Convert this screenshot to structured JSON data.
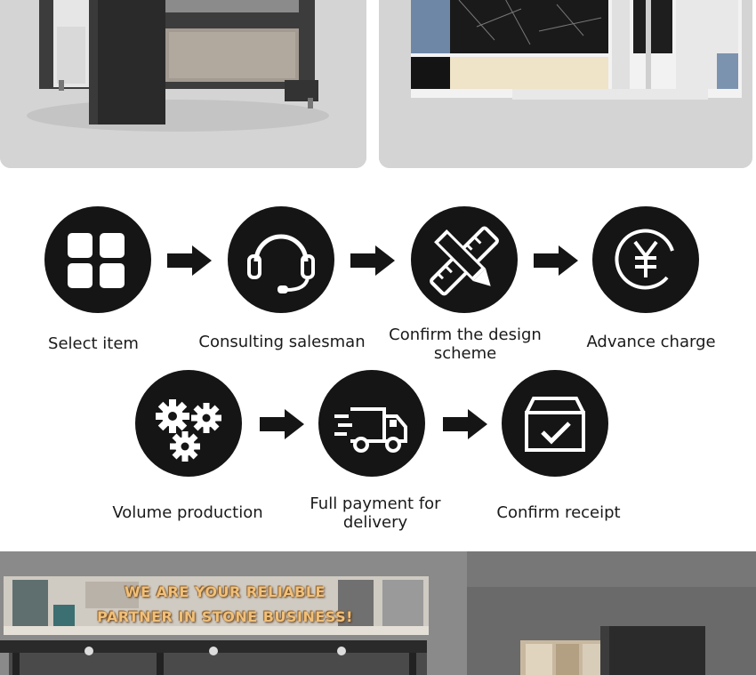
{
  "process": {
    "row1": [
      {
        "label": "Select item",
        "icon": "grid-icon"
      },
      {
        "label": "Consulting salesman",
        "icon": "headset-icon"
      },
      {
        "label": "Confirm the design\nscheme",
        "icon": "pencil-ruler-icon"
      },
      {
        "label": "Advance charge",
        "icon": "yen-icon"
      }
    ],
    "row2": [
      {
        "label": "Volume production",
        "icon": "gears-icon"
      },
      {
        "label": "Full payment for\ndelivery",
        "icon": "delivery-truck-icon"
      },
      {
        "label": "Confirm receipt",
        "icon": "box-check-icon"
      }
    ],
    "arrow_icon": "right-arrow-icon"
  },
  "bottom_banner": {
    "line1": "WE ARE YOUR RELIABLE",
    "line2": "PARTNER IN STONE BUSINESS!"
  },
  "colors": {
    "circle": "#151515",
    "icon": "#ffffff",
    "text": "#1a1a1a",
    "card_bg": "#d3d3d3",
    "banner_text": "#f0c07a"
  }
}
